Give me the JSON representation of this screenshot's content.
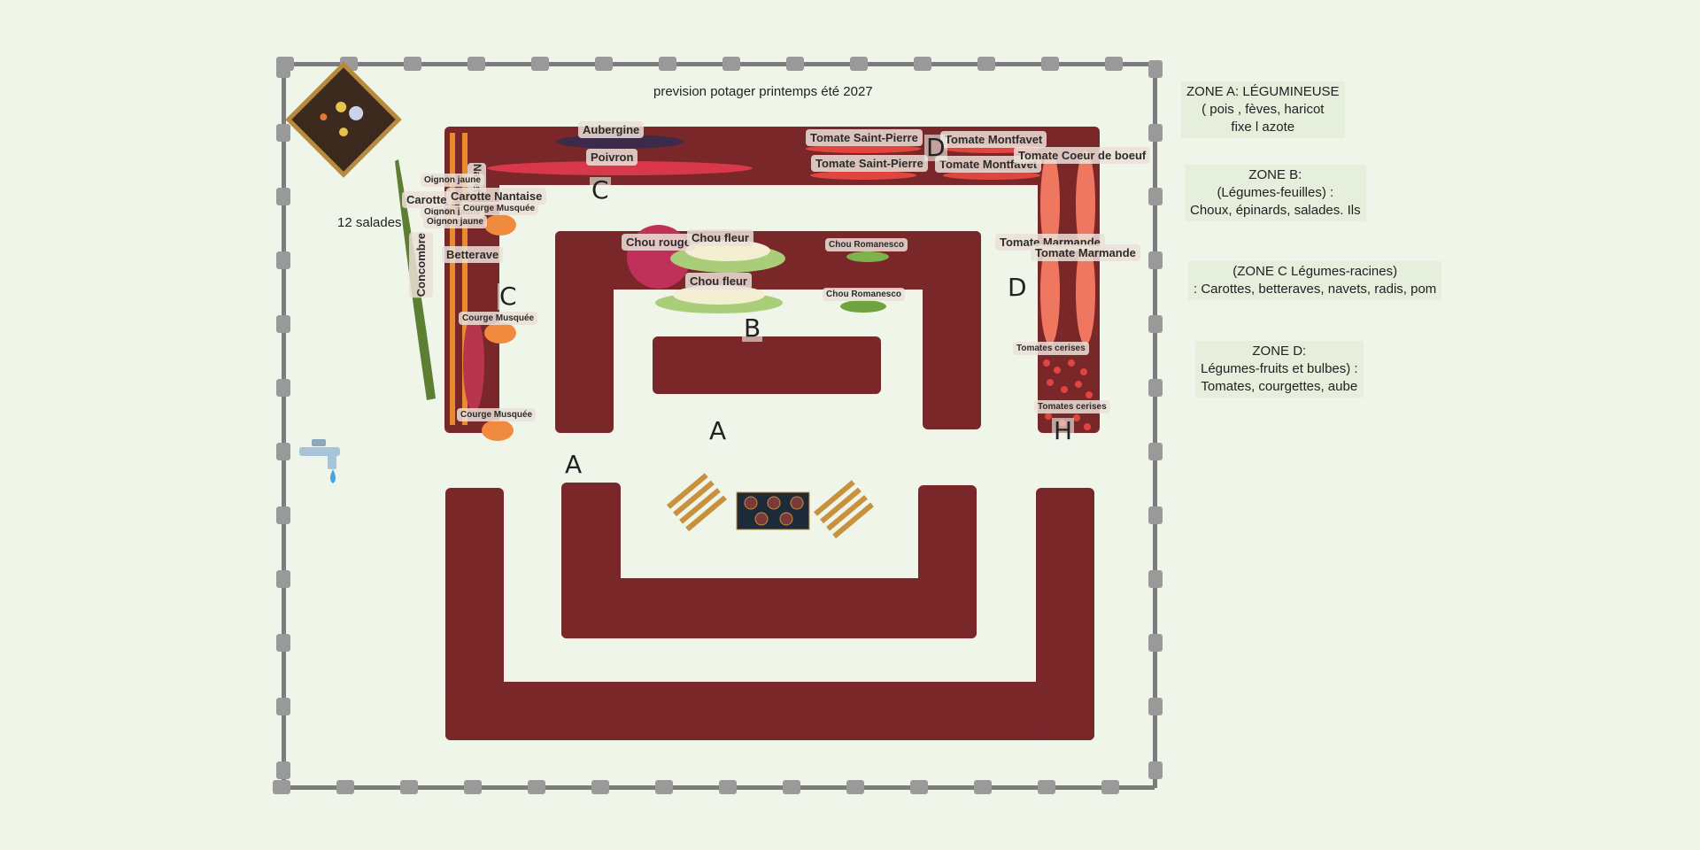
{
  "title": "prevision potager printemps été 2027",
  "colors": {
    "background": "#f0f5ea",
    "bed": "#7a272a",
    "fence": "#7c7c7c"
  },
  "zones": {
    "a": [
      "ZONE A: LÉGUMINEUSE",
      "( pois , fèves, haricot",
      "fixe l azote"
    ],
    "b": [
      "ZONE B:",
      "(Légumes-feuilles) :",
      "Choux, épinards, salades. Ils"
    ],
    "c": [
      "(ZONE C Légumes-racines)",
      ": Carottes, betteraves, navets, radis, pom"
    ],
    "d": [
      "ZONE D:",
      "Légumes-fruits et bulbes) :",
      "Tomates, courgettes, aube"
    ]
  },
  "letters": {
    "c_top": "C",
    "c_left": "C",
    "b": "B",
    "a_center": "A",
    "a_left": "A",
    "d_top": "D",
    "d_right": "D",
    "h": "H"
  },
  "labels": {
    "aubergine": "Aubergine",
    "poivron": "Poivron",
    "tomate_st_pierre_1": "Tomate Saint-Pierre",
    "tomate_st_pierre_2": "Tomate Saint-Pierre",
    "tomate_montfavet_1": "Tomate Montfavet",
    "tomate_montfavet_2": "Tomate Montfavet",
    "tomate_coeur_boeuf": "Tomate Coeur de boeuf",
    "tomate_marmande_1": "Tomate Marmande",
    "tomate_marmande_2": "Tomate Marmande",
    "tomates_cerises_1": "Tomates cerises",
    "tomates_cerises_2": "Tomates cerises",
    "navet": "Navet",
    "oignon_jaune_1": "Oignon jaune",
    "oignon_jaune_2": "Oignon jaune",
    "oignon_jaune_3": "Oignon jaune",
    "carotte": "Carotte",
    "carotte_nantaise": "Carotte Nantaise",
    "courge_musquee_1": "Courge Musquée",
    "courge_musquee_2": "Courge Musquée",
    "courge_musquee_3": "Courge Musquée",
    "betterave": "Betterave",
    "concombre": "Concombre",
    "salades": "12 salades",
    "chou_rouge": "Chou rouge",
    "chou_fleur_1": "Chou fleur",
    "chou_fleur_2": "Chou fleur",
    "chou_romanesco_1": "Chou Romanesco",
    "chou_romanesco_2": "Chou Romanesco"
  },
  "icons": {
    "compost_icon": "compost-icon",
    "tap_icon": "water-tap-icon",
    "pallet_icon": "pallet-icon",
    "rug_icon": "rug-icon"
  }
}
